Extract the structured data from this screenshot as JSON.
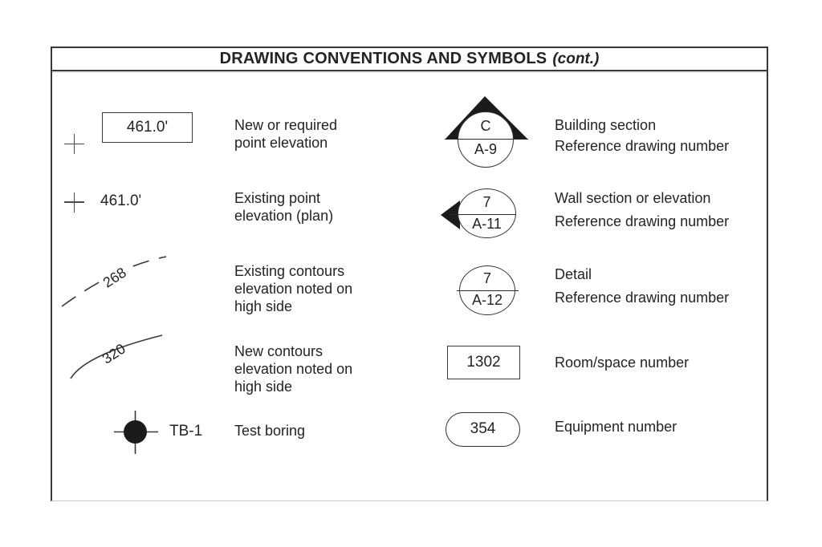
{
  "title": {
    "main": "DRAWING CONVENTIONS AND SYMBOLS",
    "cont": "(cont.)"
  },
  "colors": {
    "ink": "#262322",
    "line": "#3a3836",
    "fill": "#2c2a28",
    "frame_bottom": "#c9c9c9"
  },
  "rows_left": [
    {
      "symbol": "new-point-elevation",
      "value": "461.0'",
      "lines": [
        "New or required",
        "point elevation"
      ]
    },
    {
      "symbol": "existing-point-elevation",
      "value": "461.0'",
      "lines": [
        "Existing point",
        "elevation (plan)"
      ]
    },
    {
      "symbol": "existing-contour",
      "value": "268",
      "lines": [
        "Existing contours",
        "elevation noted on",
        "high side"
      ]
    },
    {
      "symbol": "new-contour",
      "value": "320",
      "lines": [
        "New contours",
        "elevation noted on",
        "high side"
      ]
    },
    {
      "symbol": "test-boring",
      "value": "TB-1",
      "lines": [
        "Test boring"
      ]
    }
  ],
  "rows_right": [
    {
      "symbol": "building-section",
      "top": "C",
      "bottom": "A-9",
      "lines": [
        "Building section",
        "Reference drawing number"
      ]
    },
    {
      "symbol": "wall-section",
      "top": "7",
      "bottom": "A-11",
      "lines": [
        "Wall section or elevation",
        "Reference drawing number"
      ]
    },
    {
      "symbol": "detail",
      "top": "7",
      "bottom": "A-12",
      "lines": [
        "Detail",
        "Reference drawing number"
      ]
    },
    {
      "symbol": "room-number",
      "value": "1302",
      "lines": [
        "Room/space number"
      ]
    },
    {
      "symbol": "equipment-number",
      "value": "354",
      "lines": [
        "Equipment number"
      ]
    }
  ]
}
